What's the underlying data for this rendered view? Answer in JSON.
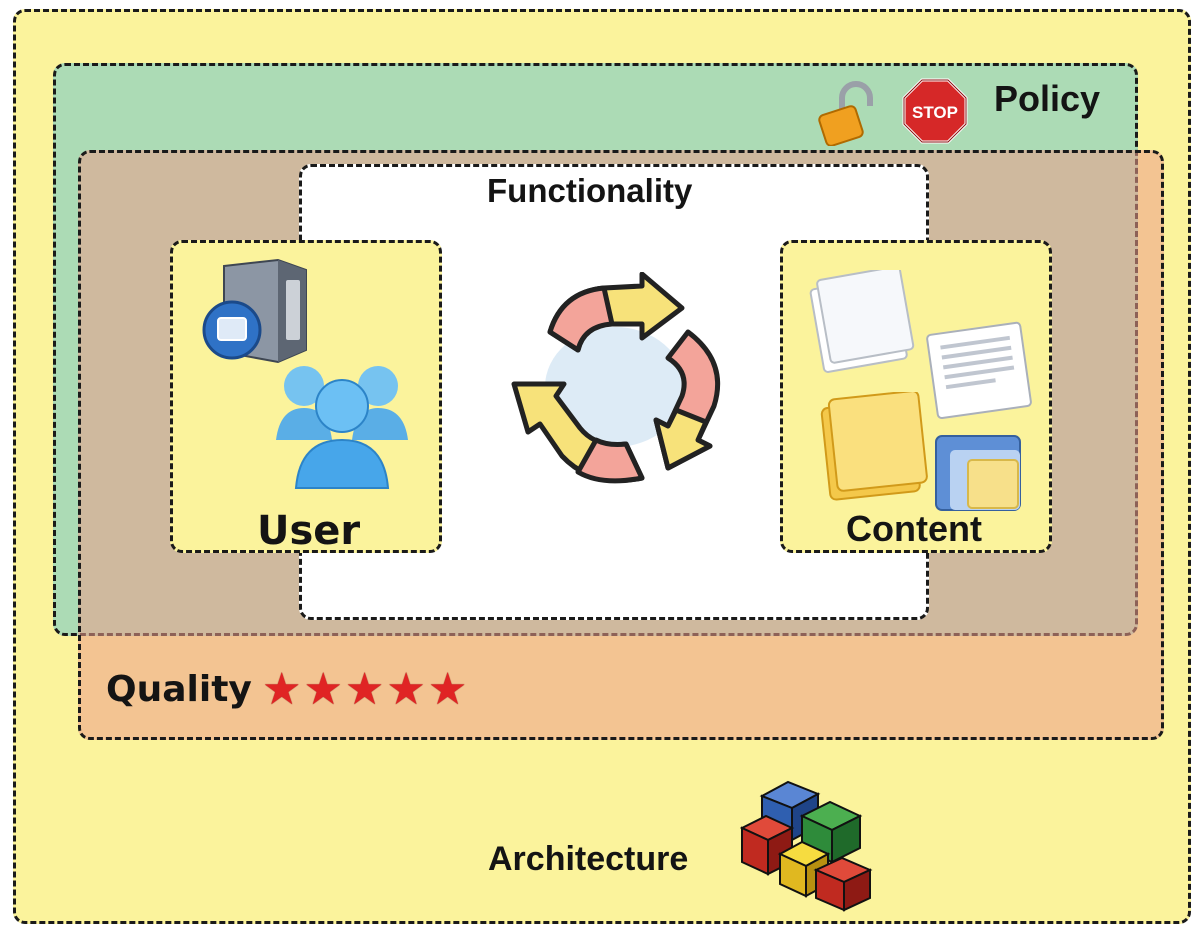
{
  "diagram": {
    "architecture": {
      "label": "Architecture",
      "icon": "building-blocks-icon"
    },
    "policy": {
      "label": "Policy",
      "icons": [
        "padlock-icon",
        "stop-sign-icon"
      ],
      "stop_text": "STOP"
    },
    "quality": {
      "label": "Quality",
      "rating": 5,
      "rating_max": 5,
      "star_glyph": "★"
    },
    "functionality": {
      "label": "Functionality",
      "icon": "recycle-arrows-icon"
    },
    "user": {
      "label": "User",
      "icons": [
        "server-icon",
        "user-group-icon"
      ]
    },
    "content": {
      "label": "Content",
      "icons": [
        "documents-icon",
        "folder-icon"
      ]
    }
  },
  "colors": {
    "architecture": "#fbf39c",
    "policy": "#9ed6ba",
    "quality": "#ec9c8a",
    "functionality": "#ffffff",
    "user": "#fbf39c",
    "content": "#fbf39c",
    "star": "#e02424",
    "border": "#1a1a1a"
  }
}
